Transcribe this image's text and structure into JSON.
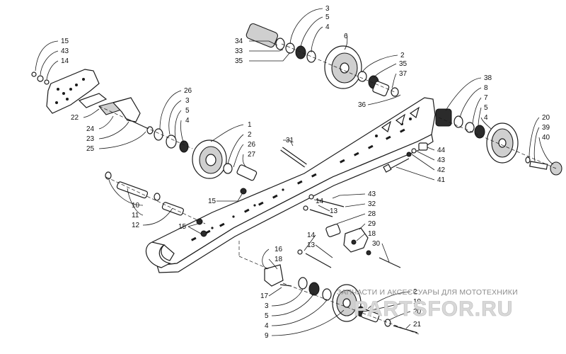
{
  "diagram": {
    "callouts": [
      {
        "id": "c-tl-15",
        "text": "15"
      },
      {
        "id": "c-tl-43",
        "text": "43"
      },
      {
        "id": "c-tl-14",
        "text": "14"
      },
      {
        "id": "c-t-3",
        "text": "3"
      },
      {
        "id": "c-t-5",
        "text": "5"
      },
      {
        "id": "c-t-4",
        "text": "4"
      },
      {
        "id": "c-t-6",
        "text": "6"
      },
      {
        "id": "c-t-34",
        "text": "34"
      },
      {
        "id": "c-t-33",
        "text": "33"
      },
      {
        "id": "c-t-35",
        "text": "35"
      },
      {
        "id": "c-t-2",
        "text": "2"
      },
      {
        "id": "c-t-35b",
        "text": "35"
      },
      {
        "id": "c-t-37",
        "text": "37"
      },
      {
        "id": "c-t-36",
        "text": "36"
      },
      {
        "id": "c-m-26",
        "text": "26"
      },
      {
        "id": "c-m-3",
        "text": "3"
      },
      {
        "id": "c-m-5",
        "text": "5"
      },
      {
        "id": "c-m-4",
        "text": "4"
      },
      {
        "id": "c-m-22",
        "text": "22"
      },
      {
        "id": "c-m-24",
        "text": "24"
      },
      {
        "id": "c-m-23",
        "text": "23"
      },
      {
        "id": "c-m-25",
        "text": "25"
      },
      {
        "id": "c-m-1",
        "text": "1"
      },
      {
        "id": "c-m-2",
        "text": "2"
      },
      {
        "id": "c-m-26b",
        "text": "26"
      },
      {
        "id": "c-m-27",
        "text": "27"
      },
      {
        "id": "c-m-31",
        "text": "31"
      },
      {
        "id": "c-r-38",
        "text": "38"
      },
      {
        "id": "c-r-8",
        "text": "8"
      },
      {
        "id": "c-r-7",
        "text": "7"
      },
      {
        "id": "c-r-5",
        "text": "5"
      },
      {
        "id": "c-r-4",
        "text": "4"
      },
      {
        "id": "c-r-20",
        "text": "20"
      },
      {
        "id": "c-r-39",
        "text": "39"
      },
      {
        "id": "c-r-40",
        "text": "40"
      },
      {
        "id": "c-r-44",
        "text": "44"
      },
      {
        "id": "c-r-43",
        "text": "43"
      },
      {
        "id": "c-r-42",
        "text": "42"
      },
      {
        "id": "c-r-41",
        "text": "41"
      },
      {
        "id": "c-l-10",
        "text": "10"
      },
      {
        "id": "c-l-11",
        "text": "11"
      },
      {
        "id": "c-l-12",
        "text": "12"
      },
      {
        "id": "c-l-15a",
        "text": "15"
      },
      {
        "id": "c-l-15b",
        "text": "15"
      },
      {
        "id": "c-c-43",
        "text": "43"
      },
      {
        "id": "c-c-14",
        "text": "14"
      },
      {
        "id": "c-c-13",
        "text": "13"
      },
      {
        "id": "c-c-32",
        "text": "32"
      },
      {
        "id": "c-c-28",
        "text": "28"
      },
      {
        "id": "c-c-29",
        "text": "29"
      },
      {
        "id": "c-c-14b",
        "text": "14"
      },
      {
        "id": "c-c-13b",
        "text": "13"
      },
      {
        "id": "c-c-18",
        "text": "18"
      },
      {
        "id": "c-c-30",
        "text": "30"
      },
      {
        "id": "c-b-16",
        "text": "16"
      },
      {
        "id": "c-b-18",
        "text": "18"
      },
      {
        "id": "c-b-17",
        "text": "17"
      },
      {
        "id": "c-b-3",
        "text": "3"
      },
      {
        "id": "c-b-5",
        "text": "5"
      },
      {
        "id": "c-b-4",
        "text": "4"
      },
      {
        "id": "c-b-9",
        "text": "9"
      },
      {
        "id": "c-b-2",
        "text": "2"
      },
      {
        "id": "c-b-19",
        "text": "19"
      },
      {
        "id": "c-b-20",
        "text": "20"
      },
      {
        "id": "c-b-21",
        "text": "21"
      }
    ]
  },
  "watermark": {
    "caption": "ЗАПЧАСТИ И АКСЕССУАРЫ ДЛЯ МОТОТЕХНИКИ",
    "logo": "PARTSFOR.RU"
  }
}
